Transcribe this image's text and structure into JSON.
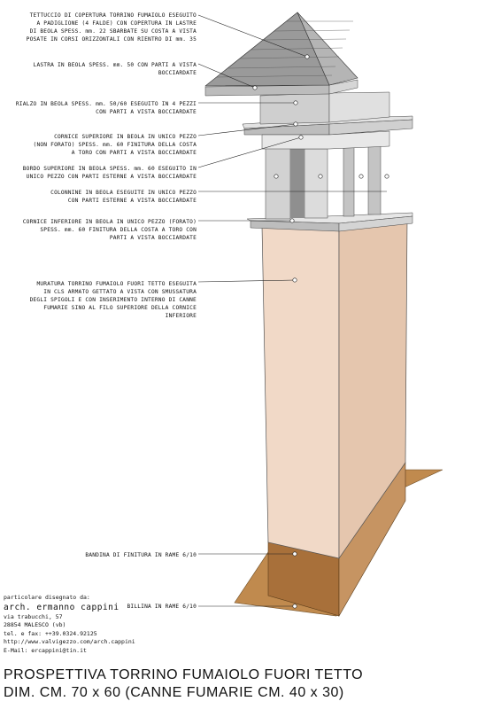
{
  "labels": [
    {
      "id": "roof",
      "lines": [
        "TETTUCCIO DI COPERTURA TORRINO FUMAIOLO ESEGUITO",
        "A PADIGLIONE (4 FALDE) CON COPERTURA IN LASTRE",
        "DI BEOLA SPESS. mm. 22 SBARBATE SU COSTA A VISTA",
        "POSATE IN CORSI ORIZZONTALI CON RIENTRO DI mm. 35"
      ]
    },
    {
      "id": "slab",
      "lines": [
        "LASTRA IN BEOLA SPESS. mm. 50 CON PARTI A VISTA",
        "BOCCIARDATE"
      ]
    },
    {
      "id": "riser",
      "lines": [
        "RIALZO IN BEOLA SPESS. mm. 50/60 ESEGUITO IN 4 PEZZI",
        "CON PARTI A VISTA BOCCIARDATE"
      ]
    },
    {
      "id": "upper-cornice",
      "lines": [
        "CORNICE SUPERIORE IN BEOLA IN UNICO PEZZO",
        "(NON FORATO) SPESS. mm. 60 FINITURA DELLA COSTA",
        "A TORO CON PARTI A VISTA BOCCIARDATE"
      ]
    },
    {
      "id": "upper-edge",
      "lines": [
        "BORDO SUPERIORE IN BEOLA SPESS. mm. 60 ESEGUITO IN",
        "UNICO PEZZO CON PARTI ESTERNE A VISTA BOCCIARDATE"
      ]
    },
    {
      "id": "columns",
      "lines": [
        "COLONNINE IN BEOLA ESEGUITE IN UNICO PEZZO",
        "CON PARTI ESTERNE A VISTA BOCCIARDATE"
      ]
    },
    {
      "id": "lower-cornice",
      "lines": [
        "CORNICE INFERIORE IN BEOLA IN UNICO PEZZO (FORATO)",
        "SPESS. mm. 60 FINITURA DELLA COSTA A TORO CON",
        "PARTI A VISTA BOCCIARDATE"
      ]
    },
    {
      "id": "masonry",
      "lines": [
        "MURATURA TORRINO FUMAIOLO FUORI TETTO ESEGUITA",
        "IN CLS ARMATO GETTATO A VISTA CON SMUSSATURA",
        "DEGLI SPIGOLI E CON INSERIMENTO INTERNO DI CANNE",
        "FUMARIE SINO AL FILO SUPERIORE DELLA CORNICE",
        "INFERIORE"
      ]
    },
    {
      "id": "flashing-band",
      "lines": [
        "BANDINA DI FINITURA IN RAME 6/10"
      ]
    },
    {
      "id": "base-sheet",
      "lines": [
        "BILLINA IN RAME 6/10"
      ]
    }
  ],
  "credits": {
    "intro": "particolare disegnato da:",
    "name": "arch. ermanno cappini",
    "street": "via trabucchi, 57",
    "city": "28854 MALESCO (vb)",
    "phone": "tel. e fax: ++39.0324.92125",
    "web": "http://www.valvigezzo.com/arch.cappini",
    "email": "E-Mail: ercappini@tin.it"
  },
  "title": {
    "line1": "PROSPETTIVA TORRINO FUMAIOLO FUORI TETTO",
    "line2": "DIM. CM. 70 x 60 (CANNE FUMARIE CM. 40 x 30)"
  },
  "colors": {
    "stone_light": "#e8e8e8",
    "stone_mid": "#cfcfcf",
    "stone_dark": "#a9a9a9",
    "concrete_front": "#f1d9c7",
    "concrete_side": "#e2c2ab",
    "copper": "#c08a4e",
    "copper_dark": "#9c6c38",
    "roof_slate": "#8c8c8c"
  }
}
